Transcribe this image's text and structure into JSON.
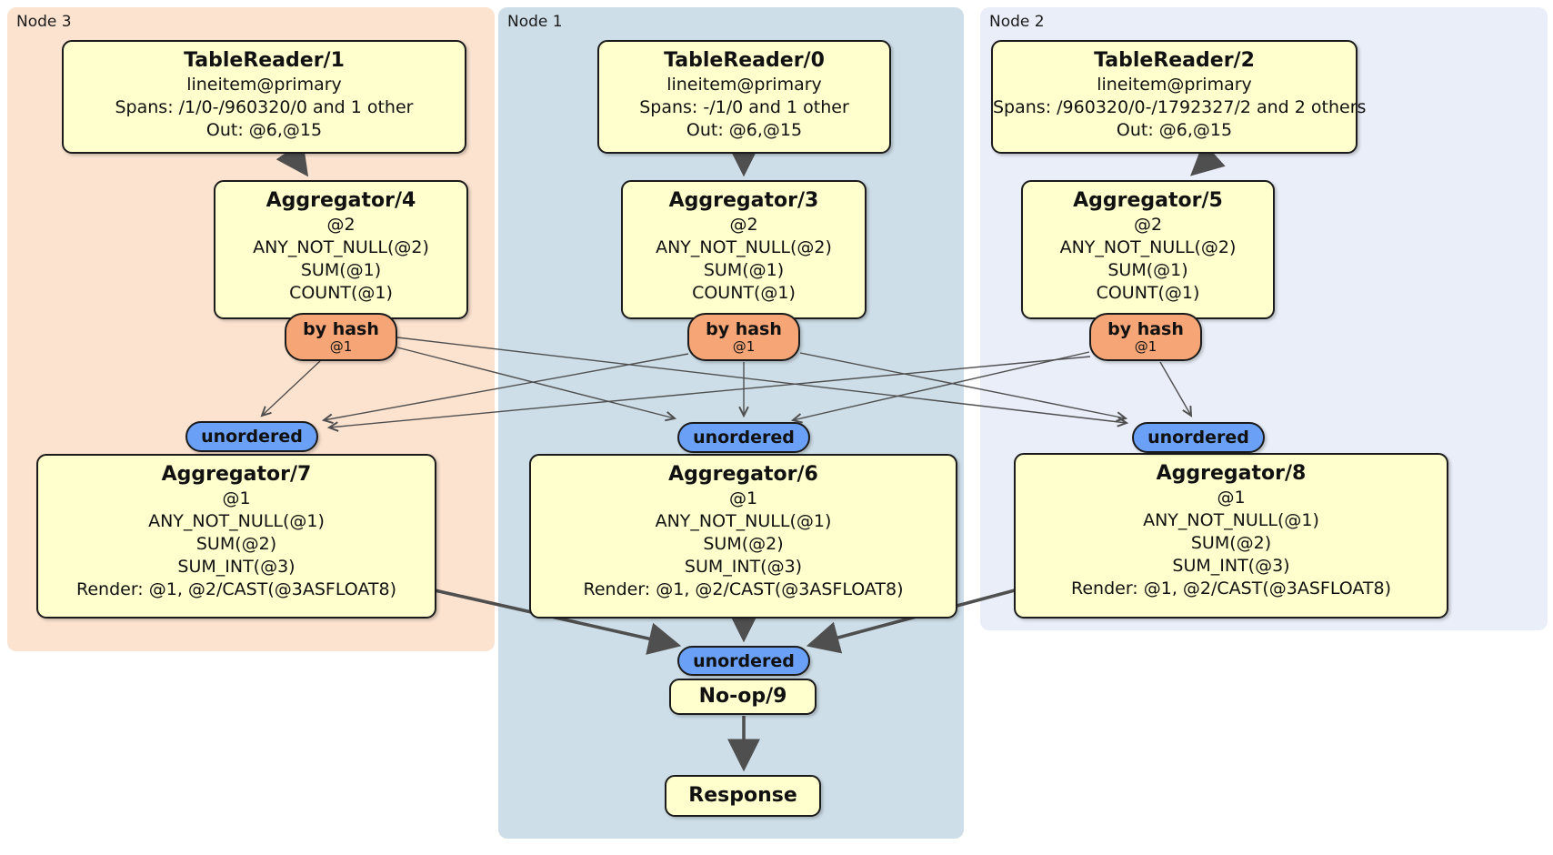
{
  "colors": {
    "node3_bg": "#fce3d0",
    "node1_bg": "#cedee8",
    "node2_bg": "#e9eef8",
    "box_bg": "#ffffce",
    "router_bg": "#f5a576",
    "stream_bg": "#6aa0f5",
    "edge": "#4f4f4f",
    "border": "#1b1b1b"
  },
  "regions": {
    "node3": {
      "label": "Node 3"
    },
    "node1": {
      "label": "Node 1"
    },
    "node2": {
      "label": "Node 2"
    }
  },
  "boxes": {
    "tr1": {
      "title": "TableReader/1",
      "lines": [
        "lineitem@primary",
        "Spans: /1/0-/960320/0 and 1 other",
        "Out: @6,@15"
      ]
    },
    "tr0": {
      "title": "TableReader/0",
      "lines": [
        "lineitem@primary",
        "Spans: -/1/0 and 1 other",
        "Out: @6,@15"
      ]
    },
    "tr2": {
      "title": "TableReader/2",
      "lines": [
        "lineitem@primary",
        "Spans: /960320/0-/1792327/2 and 2 others",
        "Out: @6,@15"
      ]
    },
    "agg4": {
      "title": "Aggregator/4",
      "lines": [
        "@2",
        "ANY_NOT_NULL(@2)",
        "SUM(@1)",
        "COUNT(@1)"
      ]
    },
    "agg3": {
      "title": "Aggregator/3",
      "lines": [
        "@2",
        "ANY_NOT_NULL(@2)",
        "SUM(@1)",
        "COUNT(@1)"
      ]
    },
    "agg5": {
      "title": "Aggregator/5",
      "lines": [
        "@2",
        "ANY_NOT_NULL(@2)",
        "SUM(@1)",
        "COUNT(@1)"
      ]
    },
    "agg7": {
      "title": "Aggregator/7",
      "lines": [
        "@1",
        "ANY_NOT_NULL(@1)",
        "SUM(@2)",
        "SUM_INT(@3)",
        "Render: @1, @2/CAST(@3ASFLOAT8)"
      ]
    },
    "agg6": {
      "title": "Aggregator/6",
      "lines": [
        "@1",
        "ANY_NOT_NULL(@1)",
        "SUM(@2)",
        "SUM_INT(@3)",
        "Render: @1, @2/CAST(@3ASFLOAT8)"
      ]
    },
    "agg8": {
      "title": "Aggregator/8",
      "lines": [
        "@1",
        "ANY_NOT_NULL(@1)",
        "SUM(@2)",
        "SUM_INT(@3)",
        "Render: @1, @2/CAST(@3ASFLOAT8)"
      ]
    },
    "noop": {
      "title": "No-op/9"
    },
    "response": {
      "title": "Response"
    }
  },
  "router": {
    "label": "by hash",
    "sub": "@1"
  },
  "stream": {
    "label": "unordered"
  }
}
